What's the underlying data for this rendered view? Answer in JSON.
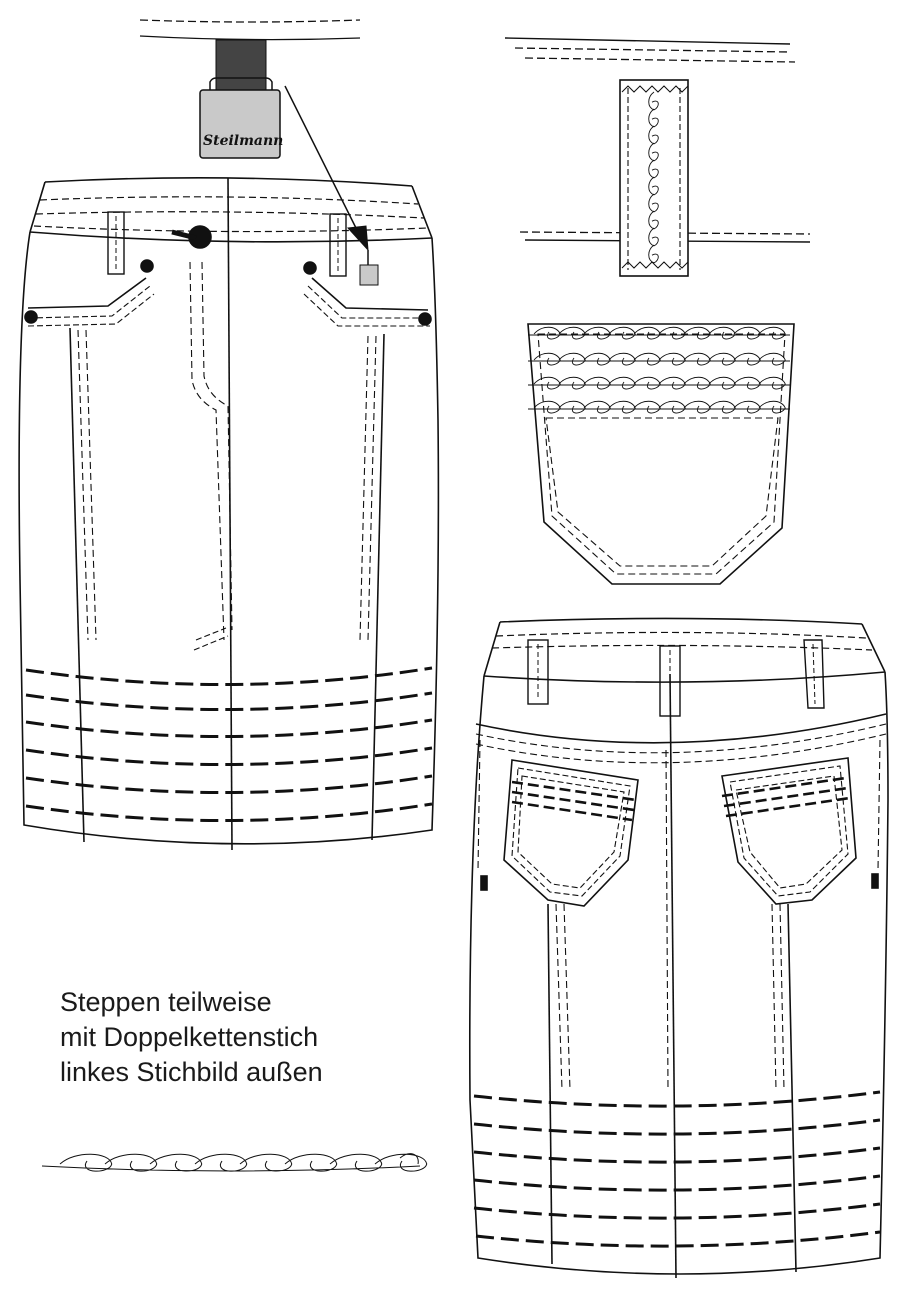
{
  "brand": {
    "label_text": "Steilmann"
  },
  "note": {
    "line1": "Steppen teilweise",
    "line2": "mit Doppelkettenstich",
    "line3": "linkes Stichbild außen"
  },
  "colors": {
    "line": "#111111",
    "tag_fill": "#c9c9c9",
    "strap_fill": "#444444"
  },
  "stitch_rows": {
    "front": 6,
    "back": 6,
    "pocket_chain": 4,
    "sample_loops": 8
  }
}
